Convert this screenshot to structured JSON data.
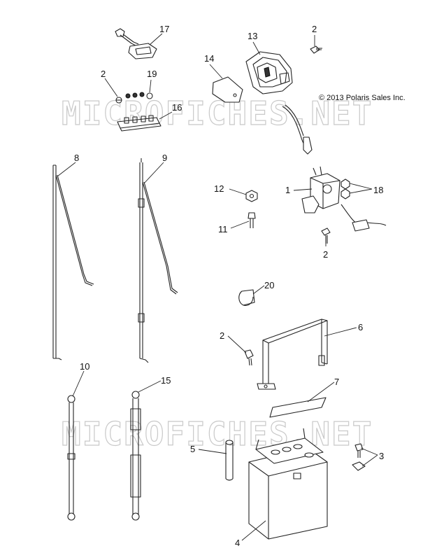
{
  "copyright": "© 2013 Polaris Sales Inc.",
  "watermark": "MICROFICHES.NET",
  "callouts": [
    "17",
    "13",
    "2",
    "14",
    "2",
    "19",
    "16",
    "8",
    "9",
    "12",
    "1",
    "18",
    "11",
    "2",
    "20",
    "6",
    "2",
    "10",
    "15",
    "7",
    "5",
    "3",
    "4"
  ]
}
